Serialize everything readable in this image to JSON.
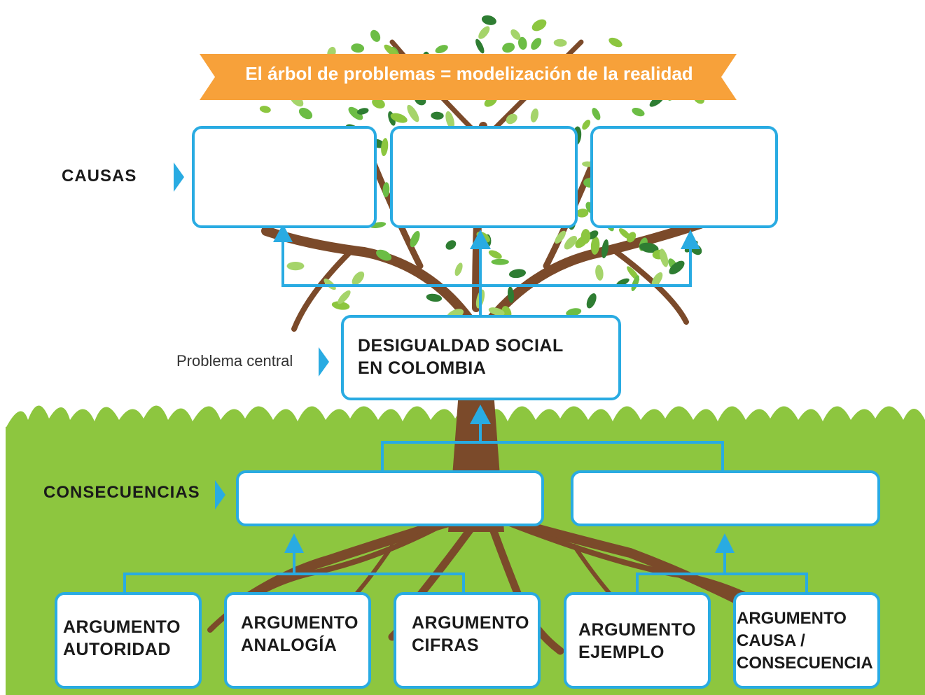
{
  "banner": {
    "title": "El árbol de problemas = modelización de la realidad"
  },
  "labels": {
    "causas": "CAUSAS",
    "problema_central": "Problema central",
    "consecuencias": "CONSECUENCIAS"
  },
  "central_problem": {
    "line1": "DESIGUALDAD SOCIAL",
    "line2": "EN COLOMBIA"
  },
  "arguments": [
    {
      "line1": "ARGUMENTO",
      "line2": "AUTORIDAD",
      "line3": ""
    },
    {
      "line1": "ARGUMENTO",
      "line2": "ANALOGÍA",
      "line3": ""
    },
    {
      "line1": "ARGUMENTO",
      "line2": "CIFRAS",
      "line3": ""
    },
    {
      "line1": "ARGUMENTO",
      "line2": "EJEMPLO",
      "line3": ""
    },
    {
      "line1": "ARGUMENTO",
      "line2": "CAUSA /",
      "line3": "CONSECUENCIA"
    }
  ],
  "colors": {
    "accent_blue": "#29abe2",
    "banner_orange": "#f7a13a",
    "grass_green": "#8dc63f",
    "leaf_green": "#6cbd45",
    "leaf_dark": "#2e7d32",
    "trunk_brown": "#7b4a2a"
  }
}
